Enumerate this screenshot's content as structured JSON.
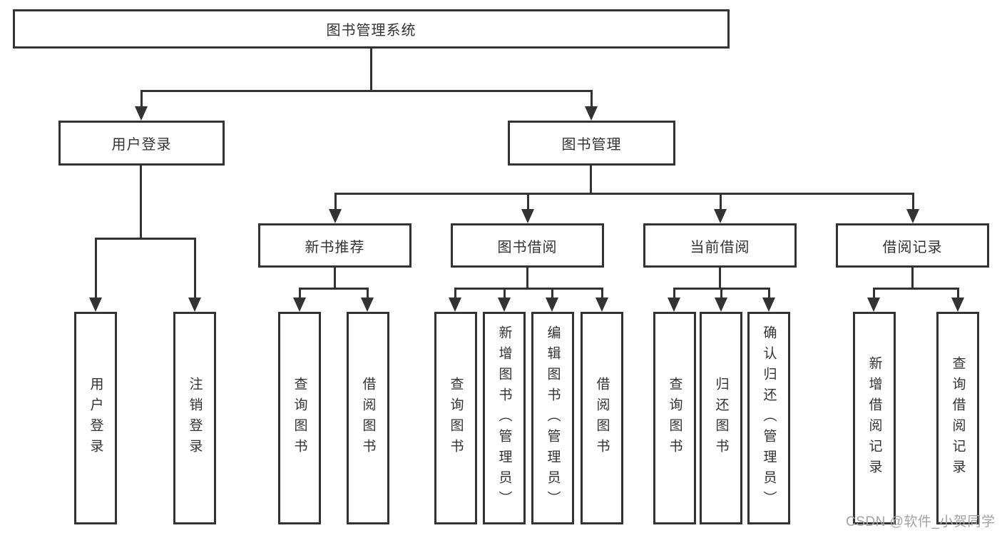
{
  "colors": {
    "line": "#333333",
    "text": "#333333",
    "background": "#ffffff",
    "watermark": "#a3a3a3"
  },
  "watermark": "CSDN @软件_小贺同学",
  "tree": {
    "label": "图书管理系统",
    "children": [
      {
        "label": "用户登录",
        "children": [
          {
            "label": "用户登录"
          },
          {
            "label": "注销登录"
          }
        ]
      },
      {
        "label": "图书管理",
        "children": [
          {
            "label": "新书推荐",
            "children": [
              {
                "label": "查询图书"
              },
              {
                "label": "借阅图书"
              }
            ]
          },
          {
            "label": "图书借阅",
            "children": [
              {
                "label": "查询图书"
              },
              {
                "label": "新增图书（管理员）"
              },
              {
                "label": "编辑图书（管理员）"
              },
              {
                "label": "借阅图书"
              }
            ]
          },
          {
            "label": "当前借阅",
            "children": [
              {
                "label": "查询图书"
              },
              {
                "label": "归还图书"
              },
              {
                "label": "确认归还（管理员）"
              }
            ]
          },
          {
            "label": "借阅记录",
            "children": [
              {
                "label": "新增借阅记录"
              },
              {
                "label": "查询借阅记录"
              }
            ]
          }
        ]
      }
    ]
  }
}
